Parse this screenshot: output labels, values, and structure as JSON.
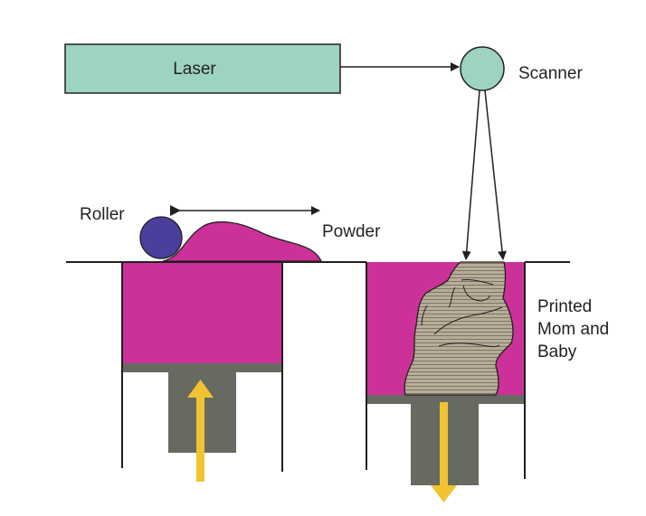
{
  "diagram": {
    "title": "3D printing process: laser sintering of powder",
    "labels": {
      "laser": "Laser",
      "scanner": "Scanner",
      "roller": "Roller",
      "powder": "Powder",
      "printed_line1": "Printed",
      "printed_line2": "Mom and",
      "printed_line3": "Baby"
    },
    "colors": {
      "laser_fill": "#9dd4bf",
      "scanner_fill": "#9dd4bf",
      "roller_fill": "#4a3f9b",
      "powder_fill": "#cc3199",
      "piston_fill": "#666a60",
      "arrow_yellow": "#f2c230",
      "object_fill": "#b7ad98",
      "line": "#231f20"
    },
    "components": [
      {
        "name": "Laser",
        "connects_to": "Scanner"
      },
      {
        "name": "Scanner",
        "directs_beam_to": "Build chamber"
      },
      {
        "name": "Roller",
        "motion": "back and forth"
      },
      {
        "name": "Powder supply piston",
        "motion": "up"
      },
      {
        "name": "Build piston",
        "motion": "down"
      }
    ]
  }
}
